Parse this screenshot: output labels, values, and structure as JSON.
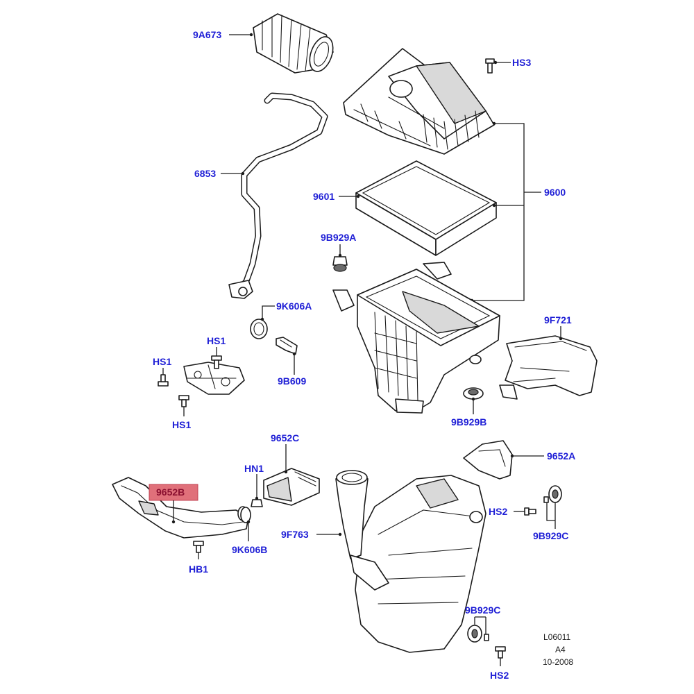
{
  "labels": {
    "p_9A673": "9A673",
    "p_HS3": "HS3",
    "p_6853": "6853",
    "p_9601": "9601",
    "p_9600": "9600",
    "p_9B929A": "9B929A",
    "p_9K606A": "9K606A",
    "p_HS1_top": "HS1",
    "p_HS1_left": "HS1",
    "p_HS1_bottom": "HS1",
    "p_9B609": "9B609",
    "p_9F721": "9F721",
    "p_9B929B": "9B929B",
    "p_9652C": "9652C",
    "p_HN1": "HN1",
    "p_9652B": "9652B",
    "p_9652A": "9652A",
    "p_HS2_mid": "HS2",
    "p_9B929C_mid": "9B929C",
    "p_9F763": "9F763",
    "p_9K606B": "9K606B",
    "p_HB1": "HB1",
    "p_9B929C_bottom": "9B929C",
    "p_HS2_bottom": "HS2"
  },
  "reference": {
    "code": "L06011",
    "size": "A4",
    "date": "10-2008"
  },
  "highlight": {
    "part": "9652B",
    "color": "#e0707a"
  },
  "colors": {
    "label_text": "#1f1fd6",
    "linework": "#1a1a1a"
  }
}
